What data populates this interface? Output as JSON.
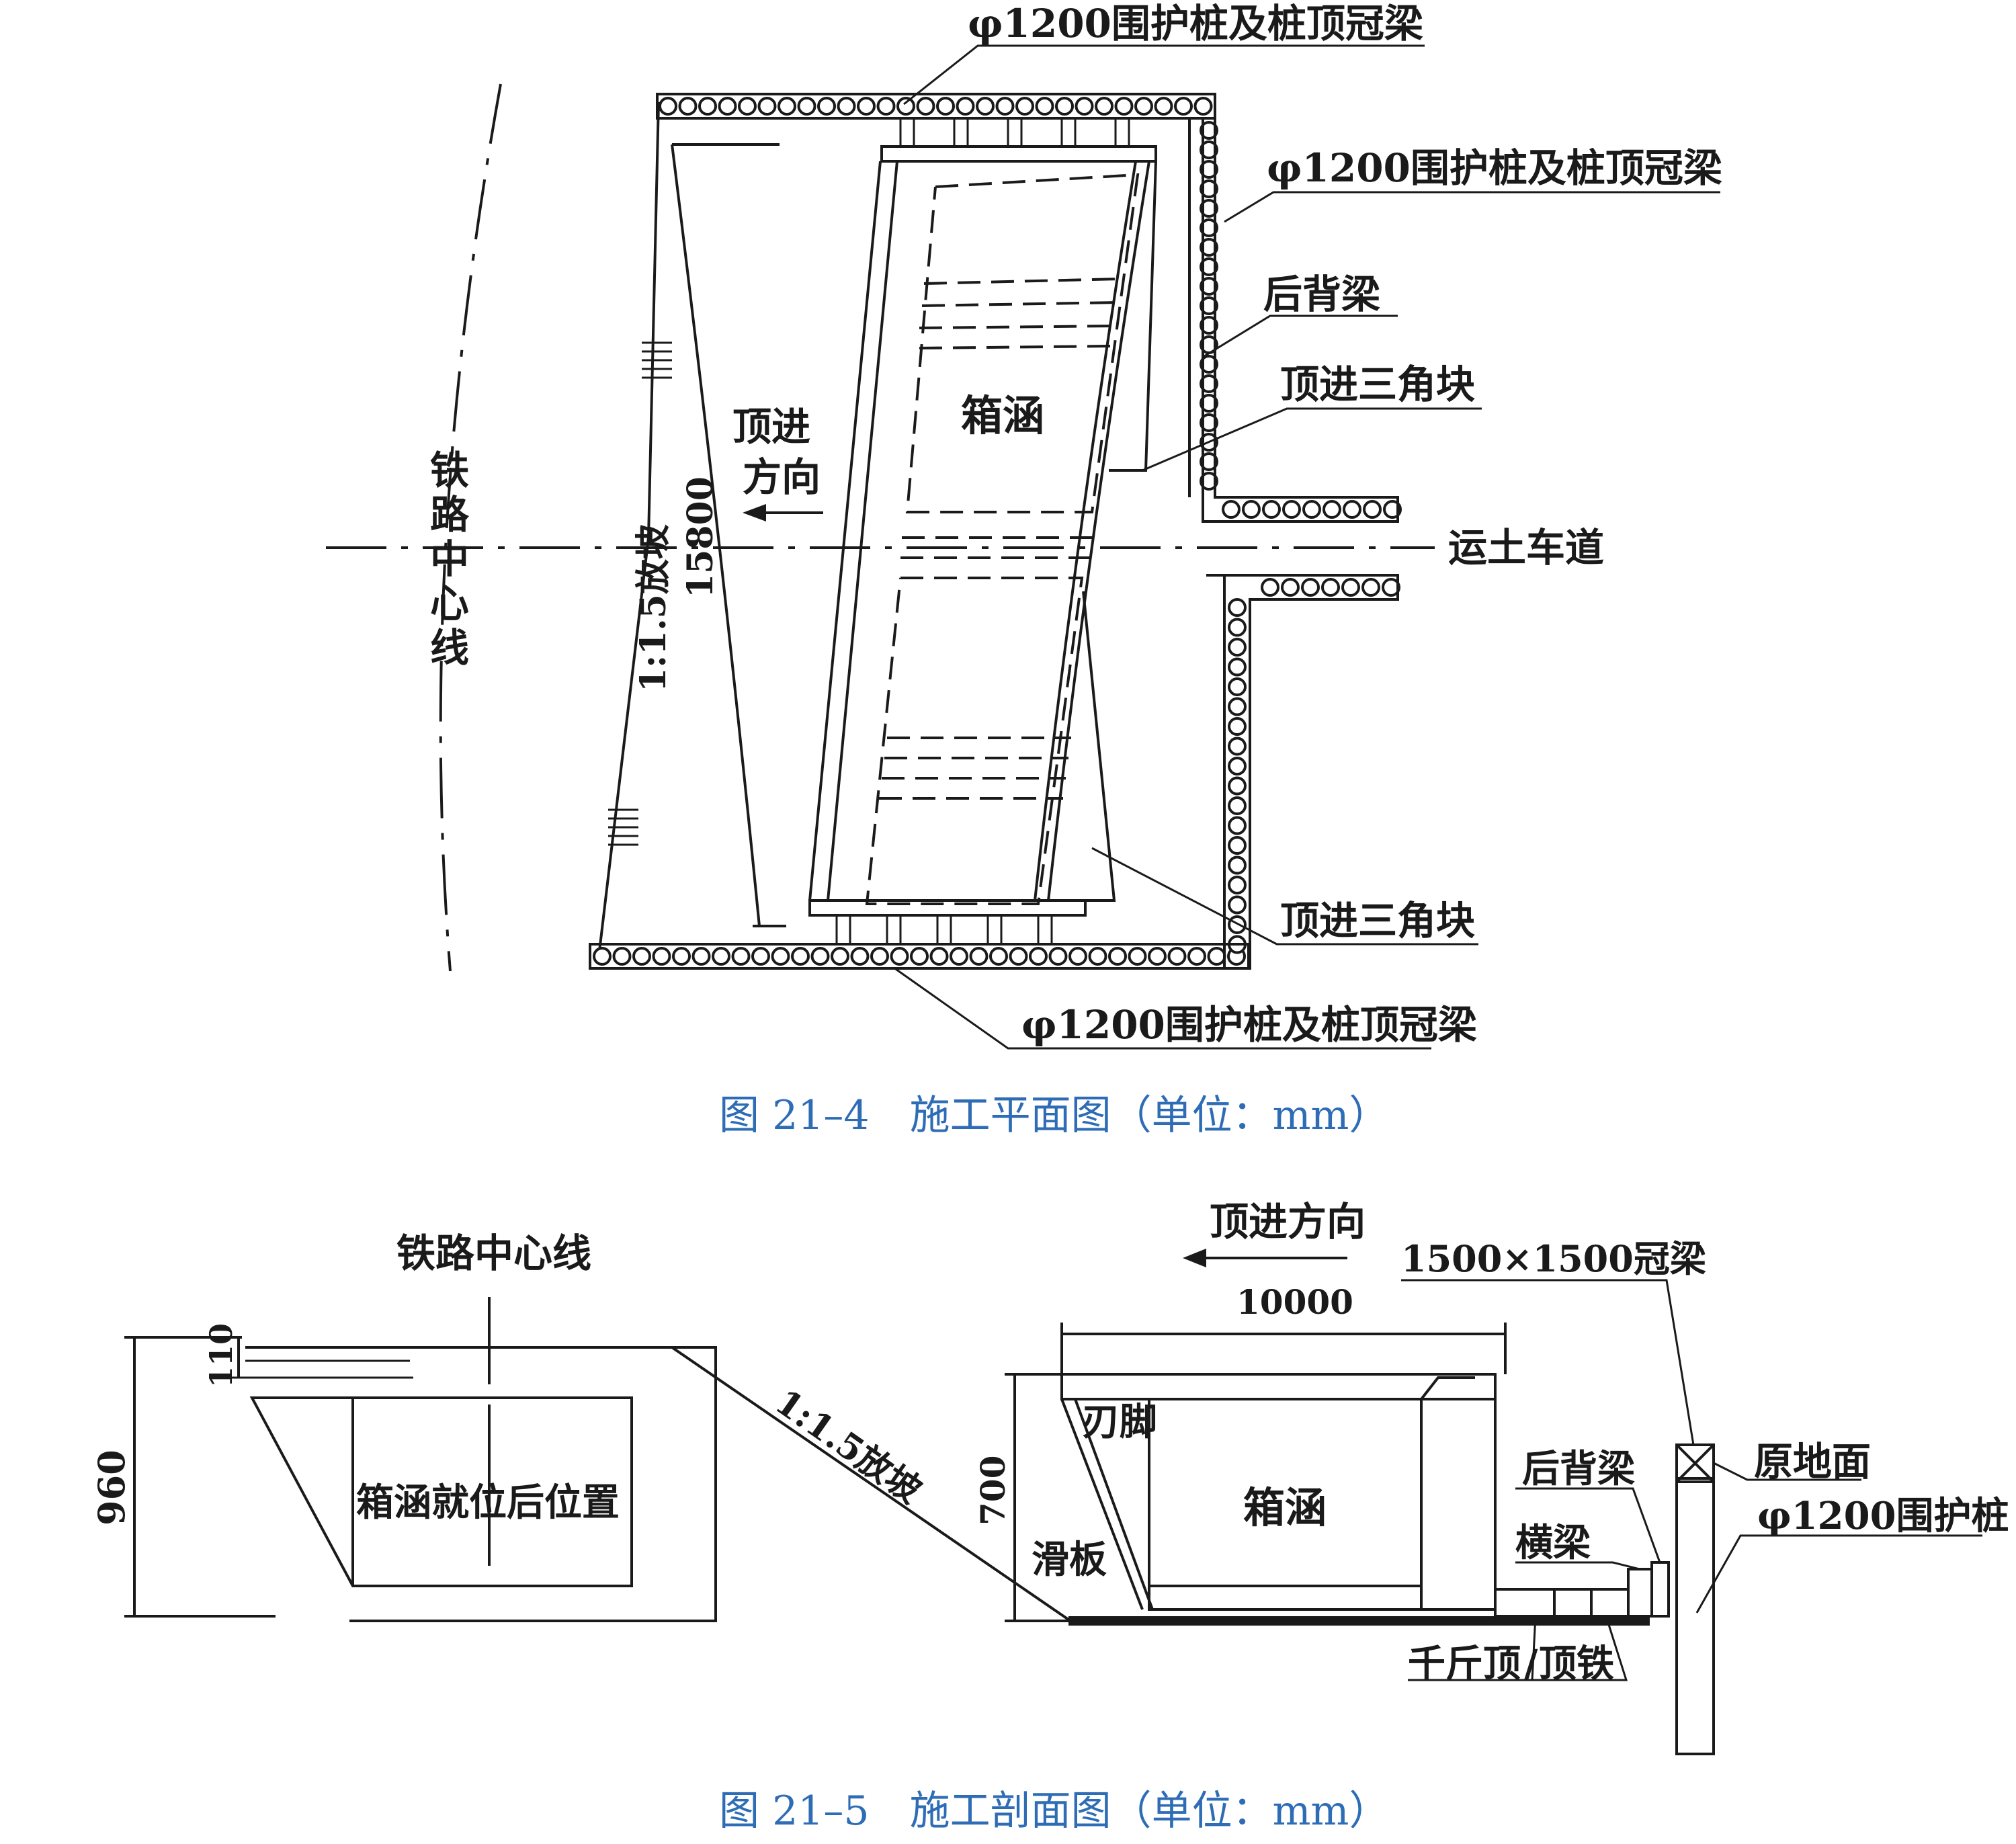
{
  "plan": {
    "pile_label_top": "φ1200围护桩及桩顶冠梁",
    "pile_label_right": "φ1200围护桩及桩顶冠梁",
    "pile_label_bottom": "φ1200围护桩及桩顶冠梁",
    "back_beam": "后背梁",
    "triangle_top": "顶进三角块",
    "triangle_bottom": "顶进三角块",
    "box_culvert": "箱涵",
    "push_dir_1": "顶进",
    "push_dir_2": "方向",
    "slope": "1:1.5放坡",
    "dim_15800": "15800",
    "rail_center": "铁路中心线",
    "haul_road": "运土车道",
    "caption": "图 21–4　施工平面图（单位：mm）"
  },
  "section": {
    "rail_center": "铁路中心线",
    "dim_960": "960",
    "dim_110": "110",
    "box_final": "箱涵就位后位置",
    "slope": "1:1.5放坡",
    "push_dir": "顶进方向",
    "dim_10000": "10000",
    "crown_beam": "1500×1500冠梁",
    "original_ground": "原地面",
    "pile": "φ1200围护桩",
    "cutting_edge": "刃脚",
    "box_culvert": "箱涵",
    "dim_700": "700",
    "back_beam": "后背梁",
    "cross_beam": "横梁",
    "slide_plate": "滑板",
    "jack": "千斤顶",
    "jack_slash": "/",
    "push_iron": "顶铁",
    "caption": "图 21–5　施工剖面图（单位：mm）"
  }
}
